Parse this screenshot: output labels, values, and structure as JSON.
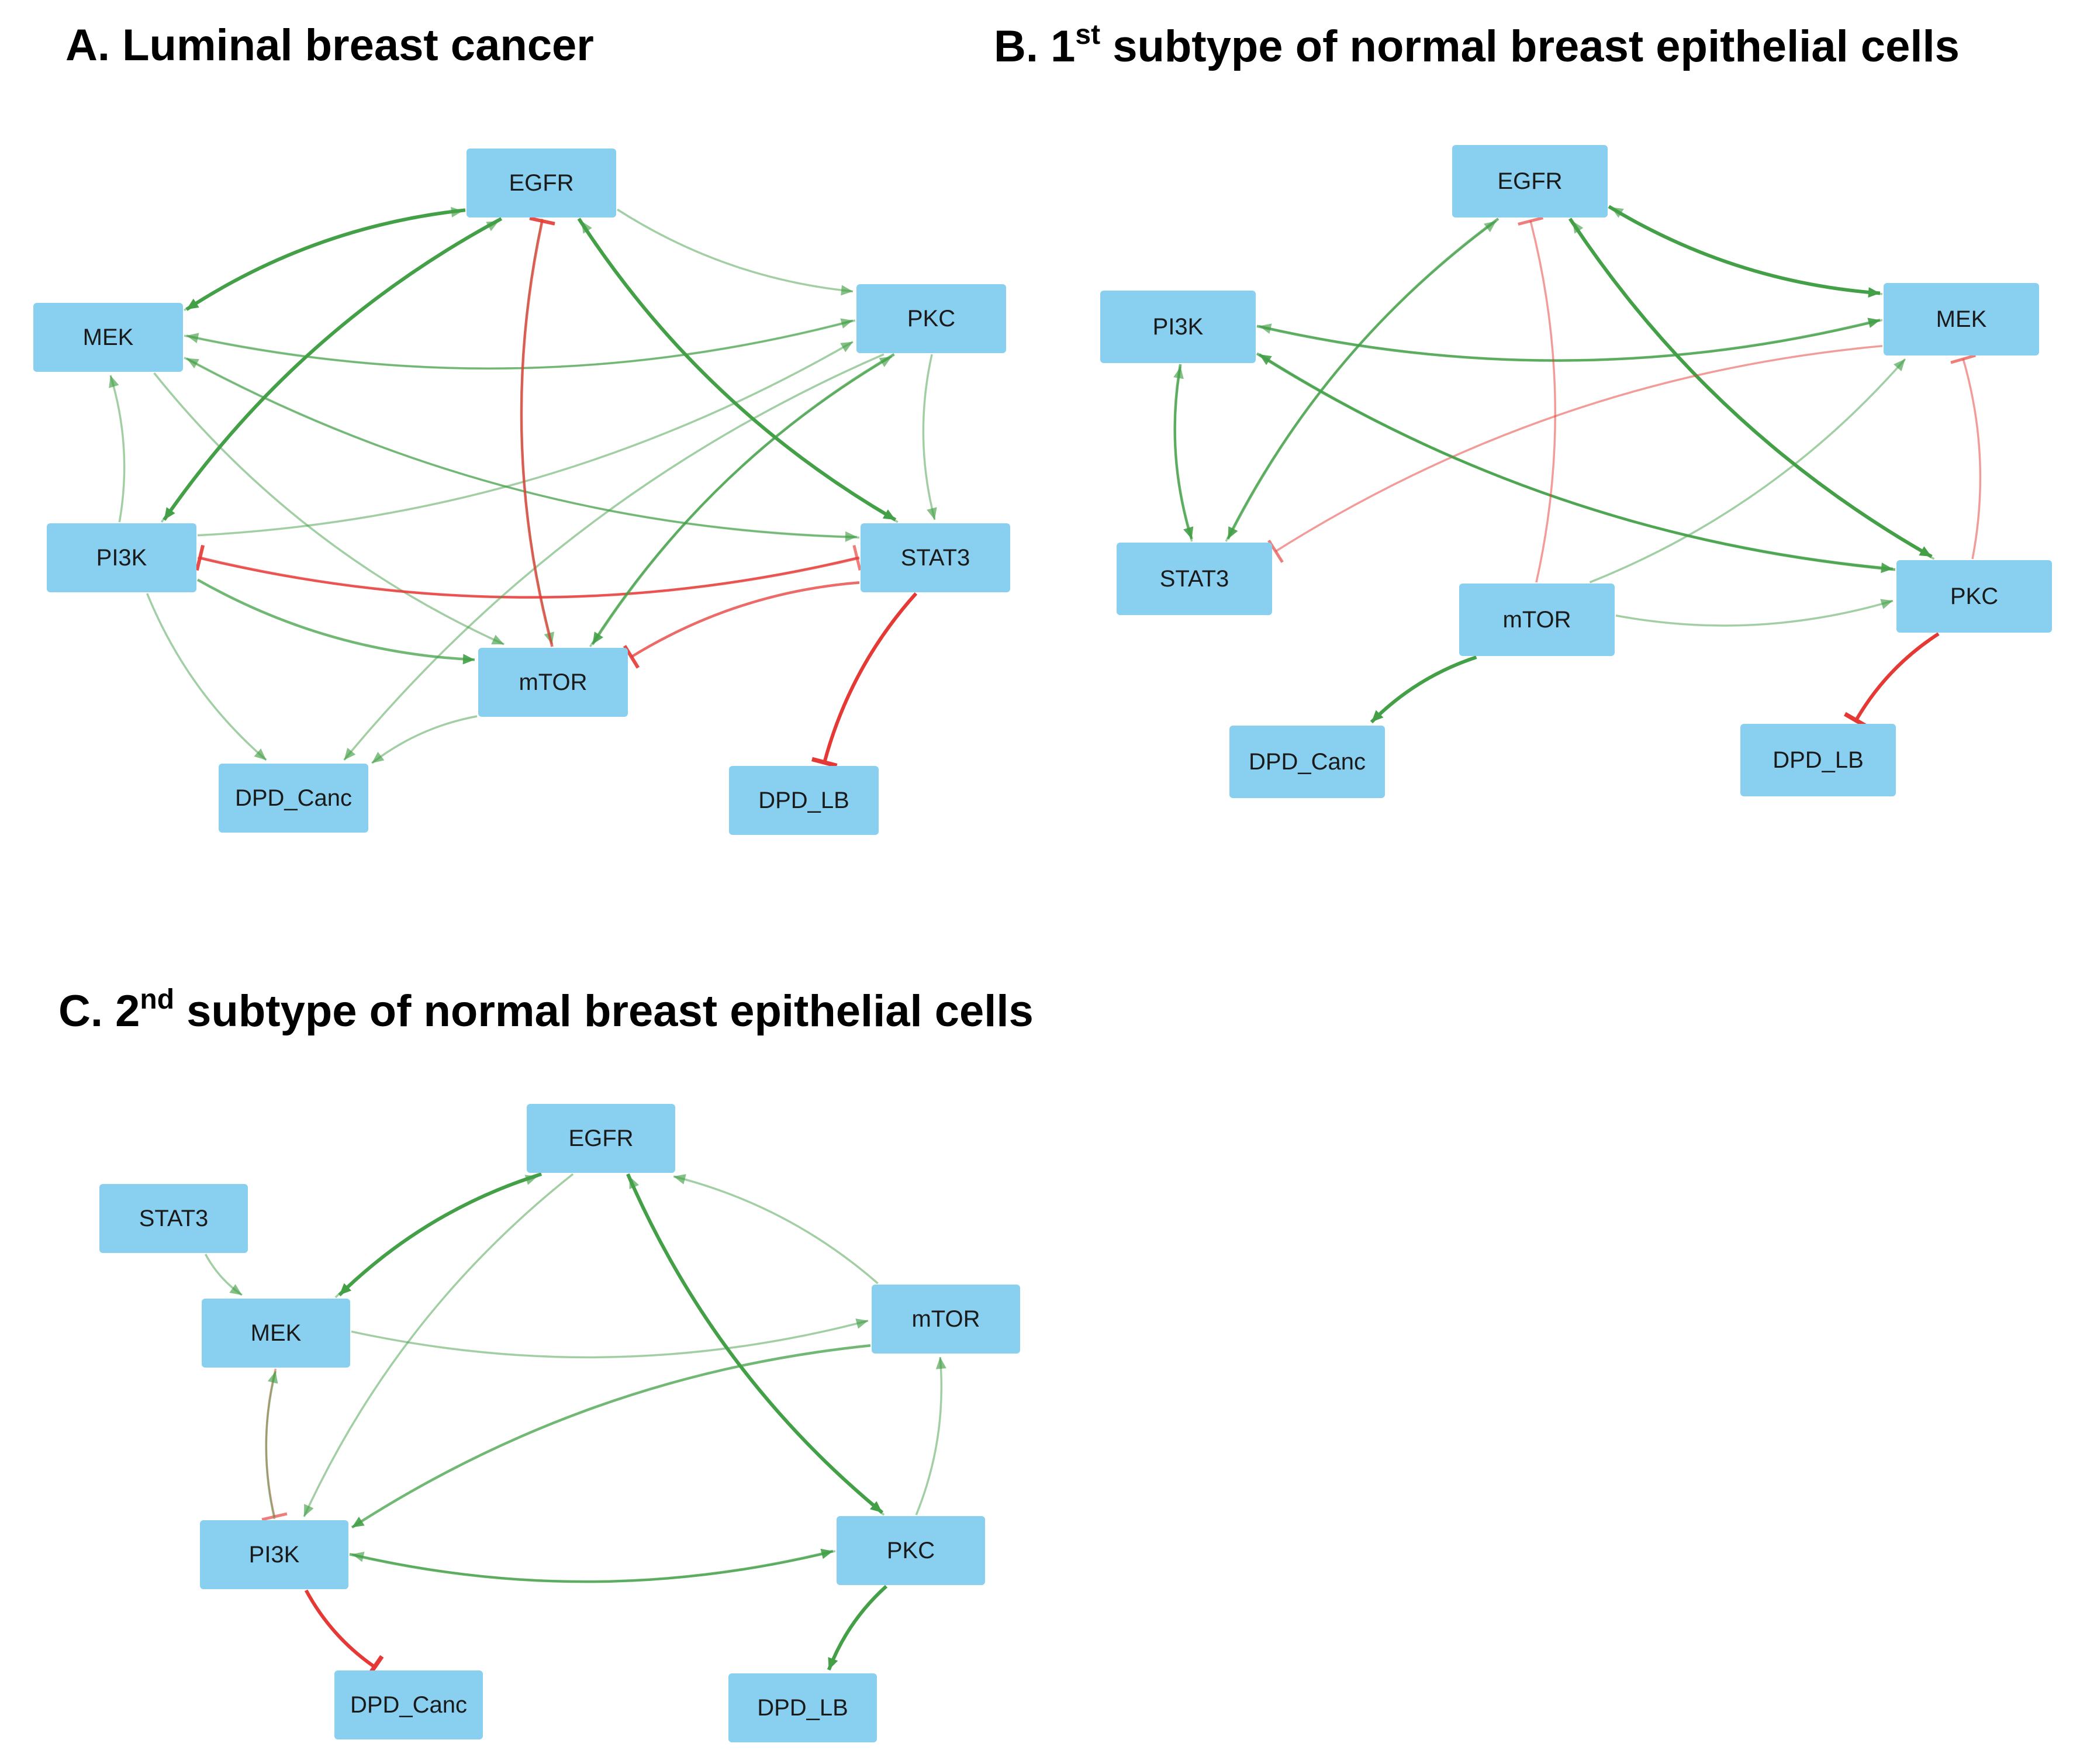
{
  "colors": {
    "node_fill": "#89CFF0",
    "activation": "#43A047",
    "inhibition": "#E53935",
    "activation_faint": "#B9DDBE",
    "inhibition_faint": "#F2B8B8"
  },
  "panels": [
    {
      "id": "A",
      "title_prefix": "A. Luminal breast cancer",
      "title_sup": "",
      "title_suffix": "",
      "nodes": [
        "EGFR",
        "MEK",
        "PKC",
        "PI3K",
        "STAT3",
        "mTOR",
        "DPD_Canc",
        "DPD_LB"
      ],
      "edges": [
        {
          "from": "EGFR",
          "to": "MEK",
          "type": "activation",
          "strength": "strong"
        },
        {
          "from": "EGFR",
          "to": "PI3K",
          "type": "activation",
          "strength": "strong"
        },
        {
          "from": "EGFR",
          "to": "STAT3",
          "type": "activation",
          "strength": "strong"
        },
        {
          "from": "EGFR",
          "to": "PKC",
          "type": "activation",
          "strength": "weak"
        },
        {
          "from": "EGFR",
          "to": "mTOR",
          "type": "activation",
          "strength": "weak"
        },
        {
          "from": "MEK",
          "to": "EGFR",
          "type": "activation",
          "strength": "weak"
        },
        {
          "from": "MEK",
          "to": "PKC",
          "type": "activation",
          "strength": "weak"
        },
        {
          "from": "MEK",
          "to": "STAT3",
          "type": "activation",
          "strength": "weak"
        },
        {
          "from": "MEK",
          "to": "mTOR",
          "type": "activation",
          "strength": "weak"
        },
        {
          "from": "PI3K",
          "to": "MEK",
          "type": "activation",
          "strength": "weak"
        },
        {
          "from": "PI3K",
          "to": "EGFR",
          "type": "activation",
          "strength": "weak"
        },
        {
          "from": "PI3K",
          "to": "PKC",
          "type": "activation",
          "strength": "weak"
        },
        {
          "from": "PI3K",
          "to": "mTOR",
          "type": "activation",
          "strength": "medium"
        },
        {
          "from": "PI3K",
          "to": "DPD_Canc",
          "type": "activation",
          "strength": "weak"
        },
        {
          "from": "PI3K",
          "to": "STAT3",
          "type": "inhibition",
          "strength": "weak"
        },
        {
          "from": "STAT3",
          "to": "PI3K",
          "type": "inhibition",
          "strength": "medium"
        },
        {
          "from": "STAT3",
          "to": "mTOR",
          "type": "inhibition",
          "strength": "medium"
        },
        {
          "from": "STAT3",
          "to": "DPD_LB",
          "type": "inhibition",
          "strength": "strong"
        },
        {
          "from": "STAT3",
          "to": "EGFR",
          "type": "activation",
          "strength": "weak"
        },
        {
          "from": "STAT3",
          "to": "MEK",
          "type": "activation",
          "strength": "weak"
        },
        {
          "from": "PKC",
          "to": "mTOR",
          "type": "activation",
          "strength": "medium"
        },
        {
          "from": "PKC",
          "to": "STAT3",
          "type": "activation",
          "strength": "weak"
        },
        {
          "from": "PKC",
          "to": "MEK",
          "type": "activation",
          "strength": "weak"
        },
        {
          "from": "PKC",
          "to": "DPD_Canc",
          "type": "activation",
          "strength": "weak"
        },
        {
          "from": "mTOR",
          "to": "EGFR",
          "type": "inhibition",
          "strength": "medium"
        },
        {
          "from": "mTOR",
          "to": "PKC",
          "type": "activation",
          "strength": "weak"
        },
        {
          "from": "mTOR",
          "to": "DPD_Canc",
          "type": "activation",
          "strength": "weak"
        }
      ]
    },
    {
      "id": "B",
      "title_prefix": "B. 1",
      "title_sup": "st",
      "title_suffix": " subtype of normal breast epithelial cells",
      "nodes": [
        "EGFR",
        "PI3K",
        "MEK",
        "STAT3",
        "mTOR",
        "PKC",
        "DPD_Canc",
        "DPD_LB"
      ],
      "edges": [
        {
          "from": "EGFR",
          "to": "MEK",
          "type": "activation",
          "strength": "strong"
        },
        {
          "from": "EGFR",
          "to": "PKC",
          "type": "activation",
          "strength": "strong"
        },
        {
          "from": "EGFR",
          "to": "STAT3",
          "type": "activation",
          "strength": "medium"
        },
        {
          "from": "PI3K",
          "to": "MEK",
          "type": "activation",
          "strength": "medium"
        },
        {
          "from": "PI3K",
          "to": "STAT3",
          "type": "activation",
          "strength": "medium"
        },
        {
          "from": "PI3K",
          "to": "PKC",
          "type": "activation",
          "strength": "medium"
        },
        {
          "from": "STAT3",
          "to": "PI3K",
          "type": "activation",
          "strength": "weak"
        },
        {
          "from": "STAT3",
          "to": "EGFR",
          "type": "activation",
          "strength": "weak"
        },
        {
          "from": "MEK",
          "to": "EGFR",
          "type": "activation",
          "strength": "weak"
        },
        {
          "from": "MEK",
          "to": "STAT3",
          "type": "inhibition",
          "strength": "weak"
        },
        {
          "from": "MEK",
          "to": "PI3K",
          "type": "activation",
          "strength": "weak"
        },
        {
          "from": "PKC",
          "to": "PI3K",
          "type": "activation",
          "strength": "medium"
        },
        {
          "from": "PKC",
          "to": "EGFR",
          "type": "activation",
          "strength": "weak"
        },
        {
          "from": "PKC",
          "to": "MEK",
          "type": "inhibition",
          "strength": "weak"
        },
        {
          "from": "PKC",
          "to": "DPD_LB",
          "type": "inhibition",
          "strength": "strong"
        },
        {
          "from": "mTOR",
          "to": "EGFR",
          "type": "inhibition",
          "strength": "weak"
        },
        {
          "from": "mTOR",
          "to": "MEK",
          "type": "activation",
          "strength": "weak"
        },
        {
          "from": "mTOR",
          "to": "PKC",
          "type": "activation",
          "strength": "weak"
        },
        {
          "from": "mTOR",
          "to": "DPD_Canc",
          "type": "activation",
          "strength": "strong"
        }
      ]
    },
    {
      "id": "C",
      "title_prefix": "C. 2",
      "title_sup": "nd",
      "title_suffix": " subtype of normal breast epithelial cells",
      "nodes": [
        "EGFR",
        "STAT3",
        "MEK",
        "mTOR",
        "PI3K",
        "PKC",
        "DPD_Canc",
        "DPD_LB"
      ],
      "edges": [
        {
          "from": "EGFR",
          "to": "MEK",
          "type": "activation",
          "strength": "strong"
        },
        {
          "from": "EGFR",
          "to": "PKC",
          "type": "activation",
          "strength": "strong"
        },
        {
          "from": "EGFR",
          "to": "PI3K",
          "type": "activation",
          "strength": "weak"
        },
        {
          "from": "MEK",
          "to": "EGFR",
          "type": "activation",
          "strength": "weak"
        },
        {
          "from": "MEK",
          "to": "mTOR",
          "type": "activation",
          "strength": "weak"
        },
        {
          "from": "MEK",
          "to": "PI3K",
          "type": "inhibition",
          "strength": "weak"
        },
        {
          "from": "STAT3",
          "to": "MEK",
          "type": "activation",
          "strength": "weak"
        },
        {
          "from": "mTOR",
          "to": "EGFR",
          "type": "activation",
          "strength": "weak"
        },
        {
          "from": "mTOR",
          "to": "PI3K",
          "type": "activation",
          "strength": "medium"
        },
        {
          "from": "PI3K",
          "to": "MEK",
          "type": "activation",
          "strength": "weak"
        },
        {
          "from": "PI3K",
          "to": "PKC",
          "type": "activation",
          "strength": "medium"
        },
        {
          "from": "PI3K",
          "to": "DPD_Canc",
          "type": "inhibition",
          "strength": "strong"
        },
        {
          "from": "PKC",
          "to": "PI3K",
          "type": "activation",
          "strength": "weak"
        },
        {
          "from": "PKC",
          "to": "EGFR",
          "type": "activation",
          "strength": "weak"
        },
        {
          "from": "PKC",
          "to": "mTOR",
          "type": "activation",
          "strength": "weak"
        },
        {
          "from": "PKC",
          "to": "DPD_LB",
          "type": "activation",
          "strength": "strong"
        }
      ]
    }
  ]
}
